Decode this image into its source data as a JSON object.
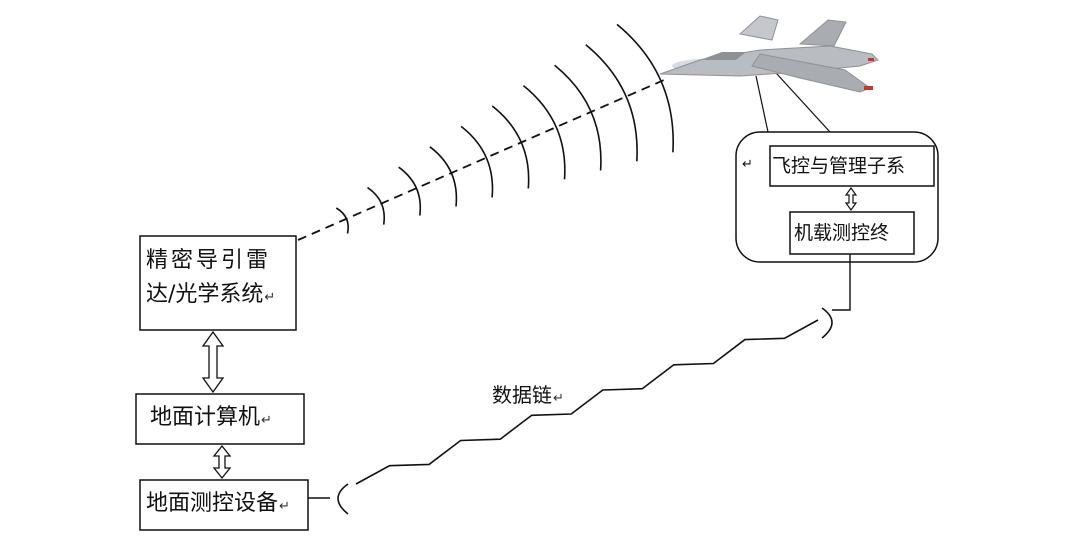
{
  "nodes": {
    "radar_line1": "精密导引雷",
    "radar_line2": "达/光学系统",
    "ground_computer": "地面计算机",
    "ground_tt": "地面测控设备",
    "flight_control": "飞控与管理子系",
    "airborne_tt": "机载测控终",
    "data_link": "数据链"
  },
  "marks": {
    "return_mark": "↵"
  },
  "colors": {
    "stroke": "#111111",
    "background": "#ffffff",
    "aircraft_body": "#b9bcc0",
    "aircraft_shade": "#8e9297",
    "aircraft_accent": "#c0392b"
  },
  "icons": {
    "aircraft": "fighter-jet-icon",
    "arrow": "double-arrow-icon"
  }
}
